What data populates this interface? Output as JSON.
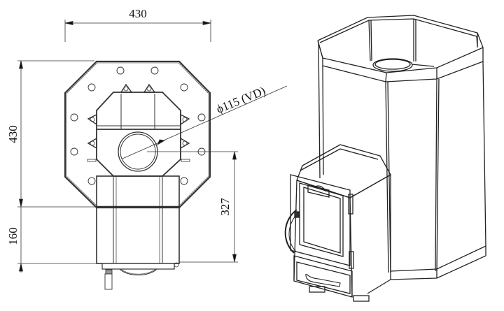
{
  "diagram": {
    "type": "technical drawing",
    "subject": "sauna stove — top plan view and isometric view",
    "colors": {
      "line": "#222222",
      "thin": "#555555",
      "background": "#ffffff"
    }
  },
  "dimensions": {
    "top_width": "430",
    "left_height": "430",
    "left_lower": "160",
    "right_height": "327",
    "flue_callout": "ϕ115 (VD)"
  },
  "views": [
    {
      "name": "plan-view",
      "description": "Octagonal top view with bolt holes, firebox and round flue outlet"
    },
    {
      "name": "isometric-view",
      "description": "3D octagonal stone-cage stove with glass fire door and ash drawer"
    }
  ]
}
